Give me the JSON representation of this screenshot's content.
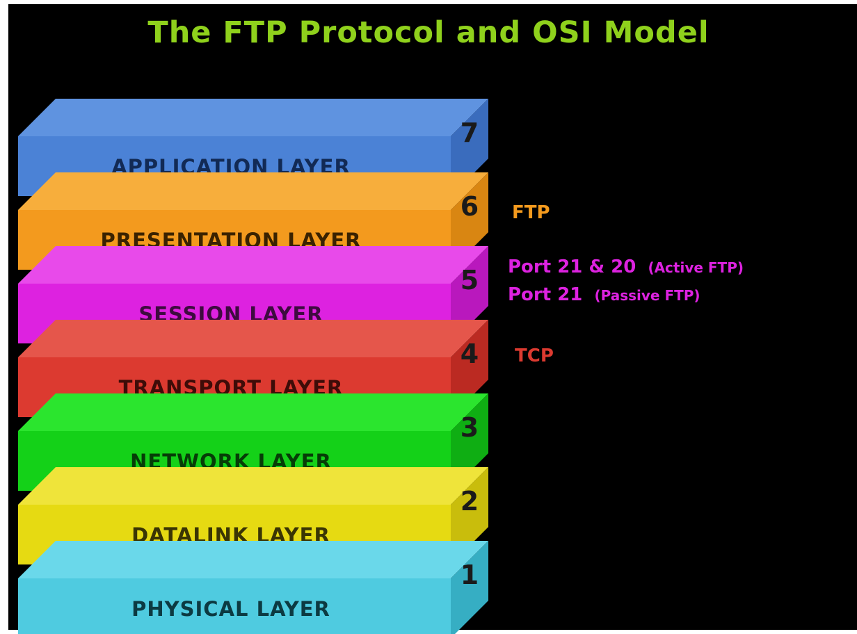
{
  "title": "The FTP Protocol and OSI Model",
  "layers": [
    {
      "number": "7",
      "name": "APPLICATION LAYER",
      "colors": {
        "front": "#4b82d6",
        "top": "#5f93e0",
        "side": "#3a6cbd",
        "text": "#122a55"
      }
    },
    {
      "number": "6",
      "name": "PRESENTATION LAYER",
      "colors": {
        "front": "#f39a1e",
        "top": "#f7ae3c",
        "side": "#d98612",
        "text": "#3a2200"
      }
    },
    {
      "number": "5",
      "name": "SESSION LAYER",
      "colors": {
        "front": "#dd22e0",
        "top": "#e84aea",
        "side": "#b918bd",
        "text": "#3d0b3f"
      }
    },
    {
      "number": "4",
      "name": "TRANSPORT LAYER",
      "colors": {
        "front": "#dc3a30",
        "top": "#e5564b",
        "side": "#bb2a22",
        "text": "#3e0c08"
      }
    },
    {
      "number": "3",
      "name": "NETWORK LAYER",
      "colors": {
        "front": "#14d118",
        "top": "#2be52e",
        "side": "#0fae13",
        "text": "#063d07"
      }
    },
    {
      "number": "2",
      "name": "DATALINK LAYER",
      "colors": {
        "front": "#e6da12",
        "top": "#efe43a",
        "side": "#c9bd0c",
        "text": "#3a3504"
      }
    },
    {
      "number": "1",
      "name": "PHYSICAL LAYER",
      "colors": {
        "front": "#4fcbe0",
        "top": "#6ad8ea",
        "side": "#36aec3",
        "text": "#0c3a42"
      }
    }
  ],
  "annotations": {
    "presentation": {
      "text": "FTP",
      "color": "#f39a1e"
    },
    "session_line1": {
      "main": "Port 21 & 20",
      "paren": "(Active FTP)",
      "color": "#dd22e0"
    },
    "session_line2": {
      "main": "Port 21",
      "paren": "(Passive FTP)",
      "color": "#dd22e0"
    },
    "transport": {
      "text": "TCP",
      "color": "#dc3a30"
    }
  }
}
